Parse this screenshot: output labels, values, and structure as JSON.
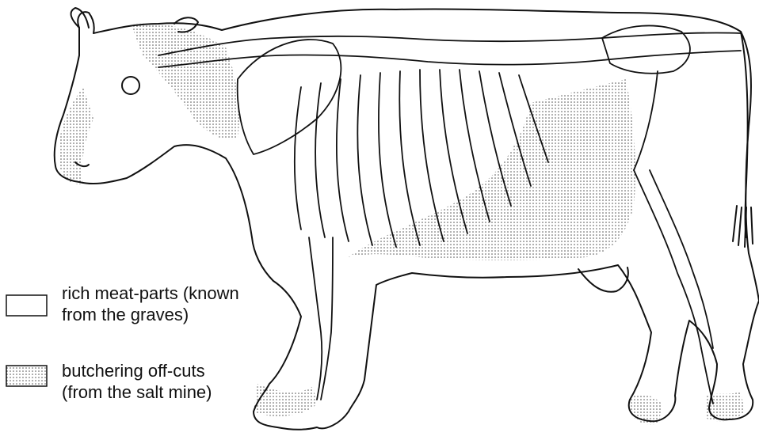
{
  "legend": {
    "rich_meat": {
      "line1": "rich meat-parts (known",
      "line2": "from the graves)"
    },
    "offcuts": {
      "line1": "butchering off-cuts",
      "line2": "(from the salt mine)"
    }
  },
  "colors": {
    "ink": "#111111",
    "stipple": "#444444",
    "background": "#ffffff"
  }
}
